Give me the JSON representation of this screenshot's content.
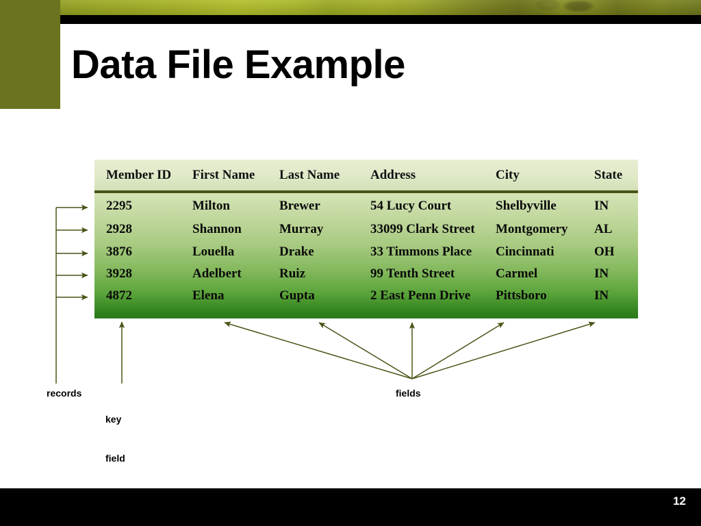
{
  "slide": {
    "title": "Data File Example",
    "page_number": "12",
    "accent_olive": "#6b7320",
    "accent_band_green": "#a8b522",
    "table_header_bg": "#dfe9c8",
    "table_rule": "#4a5417",
    "table_gradient_top": "#d4e3b6",
    "table_gradient_bottom": "#2a7b19",
    "arrow_color": "#4a5417",
    "footer_bg": "#000000"
  },
  "table": {
    "columns": [
      "Member ID",
      "First Name",
      "Last Name",
      "Address",
      "City",
      "State"
    ],
    "rows": [
      {
        "member_id": "2295",
        "first_name": "Milton",
        "last_name": "Brewer",
        "address": "54 Lucy Court",
        "city": "Shelbyville",
        "state": "IN"
      },
      {
        "member_id": "2928",
        "first_name": "Shannon",
        "last_name": "Murray",
        "address": "33099 Clark Street",
        "city": "Montgomery",
        "state": "AL"
      },
      {
        "member_id": "3876",
        "first_name": "Louella",
        "last_name": "Drake",
        "address": "33 Timmons Place",
        "city": "Cincinnati",
        "state": "OH"
      },
      {
        "member_id": "3928",
        "first_name": "Adelbert",
        "last_name": "Ruiz",
        "address": "99 Tenth Street",
        "city": "Carmel",
        "state": "IN"
      },
      {
        "member_id": "4872",
        "first_name": "Elena",
        "last_name": "Gupta",
        "address": "2 East Penn Drive",
        "city": "Pittsboro",
        "state": "IN"
      }
    ]
  },
  "annotations": {
    "records": "records",
    "key_field_line1": "key",
    "key_field_line2": "field",
    "fields": "fields"
  }
}
